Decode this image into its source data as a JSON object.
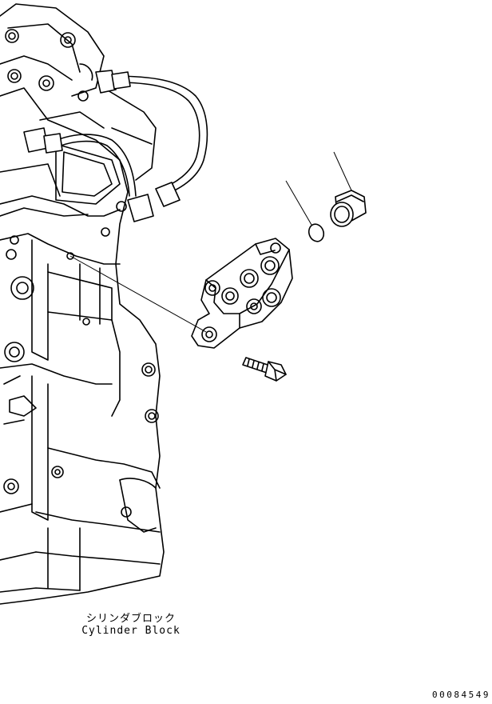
{
  "labels": {
    "cylinder_block_jp": "シリンダブロック",
    "cylinder_block_en": "Cylinder Block"
  },
  "figure_number": "00084549",
  "colors": {
    "line": "#000000",
    "background": "#ffffff"
  }
}
